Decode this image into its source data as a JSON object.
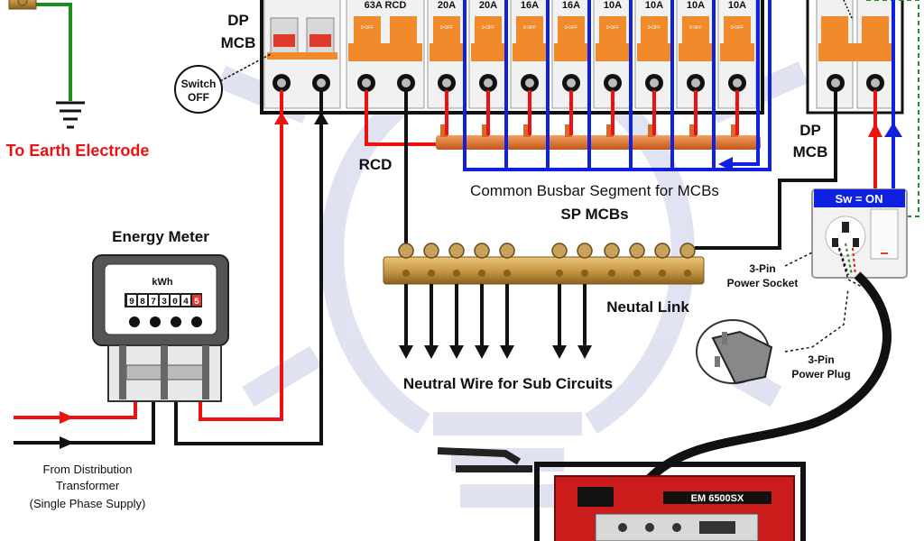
{
  "labels": {
    "dp_mcb_left_line1": "DP",
    "dp_mcb_left_line2": "MCB",
    "switch_off_line1": "Switch",
    "switch_off_line2": "OFF",
    "to_earth_electrode": "To Earth Electrode",
    "energy_meter": "Energy Meter",
    "kwh": "kWh",
    "rcd": "RCD",
    "common_busbar": "Common Busbar Segment for MCBs",
    "sp_mcbs": "SP MCBs",
    "neutral_link": "Neutal Link",
    "neutral_wire_sub": "Neutral Wire for Sub Circuits",
    "dp_mcb_right_line1": "DP",
    "dp_mcb_right_line2": "MCB",
    "sw_on": "Sw = ON",
    "power_socket_line1": "3-Pin",
    "power_socket_line2": "Power Socket",
    "power_plug_line1": "3-Pin",
    "power_plug_line2": "Power Plug",
    "from_dist_line1": "From Distribution",
    "from_dist_line2": "Transformer",
    "from_dist_line3": "(Single Phase Supply)",
    "generator_model": "EM 6500SX"
  },
  "meter_digits": [
    "9",
    "8",
    "7",
    "3",
    "0",
    "4",
    "5"
  ],
  "breakers": [
    {
      "rating": "63A RCD",
      "toggle": "0-OFF"
    },
    {
      "rating": "20A",
      "toggle": "0-OFF"
    },
    {
      "rating": "20A",
      "toggle": "0-OFF"
    },
    {
      "rating": "16A",
      "toggle": "0-OFF"
    },
    {
      "rating": "16A",
      "toggle": "0-OFF"
    },
    {
      "rating": "10A",
      "toggle": "0-OFF"
    },
    {
      "rating": "10A",
      "toggle": "0-OFF"
    },
    {
      "rating": "10A",
      "toggle": "0-OFF"
    },
    {
      "rating": "10A",
      "toggle": "0-OFF"
    }
  ],
  "colors": {
    "live": "#ee1111",
    "neutral": "#111111",
    "earth": "#1a8f1a",
    "bus_blue": "#1020e0",
    "breaker_orange": "#f08a2a",
    "copper": "#e07a30",
    "watermark": "#c8cbe8"
  }
}
